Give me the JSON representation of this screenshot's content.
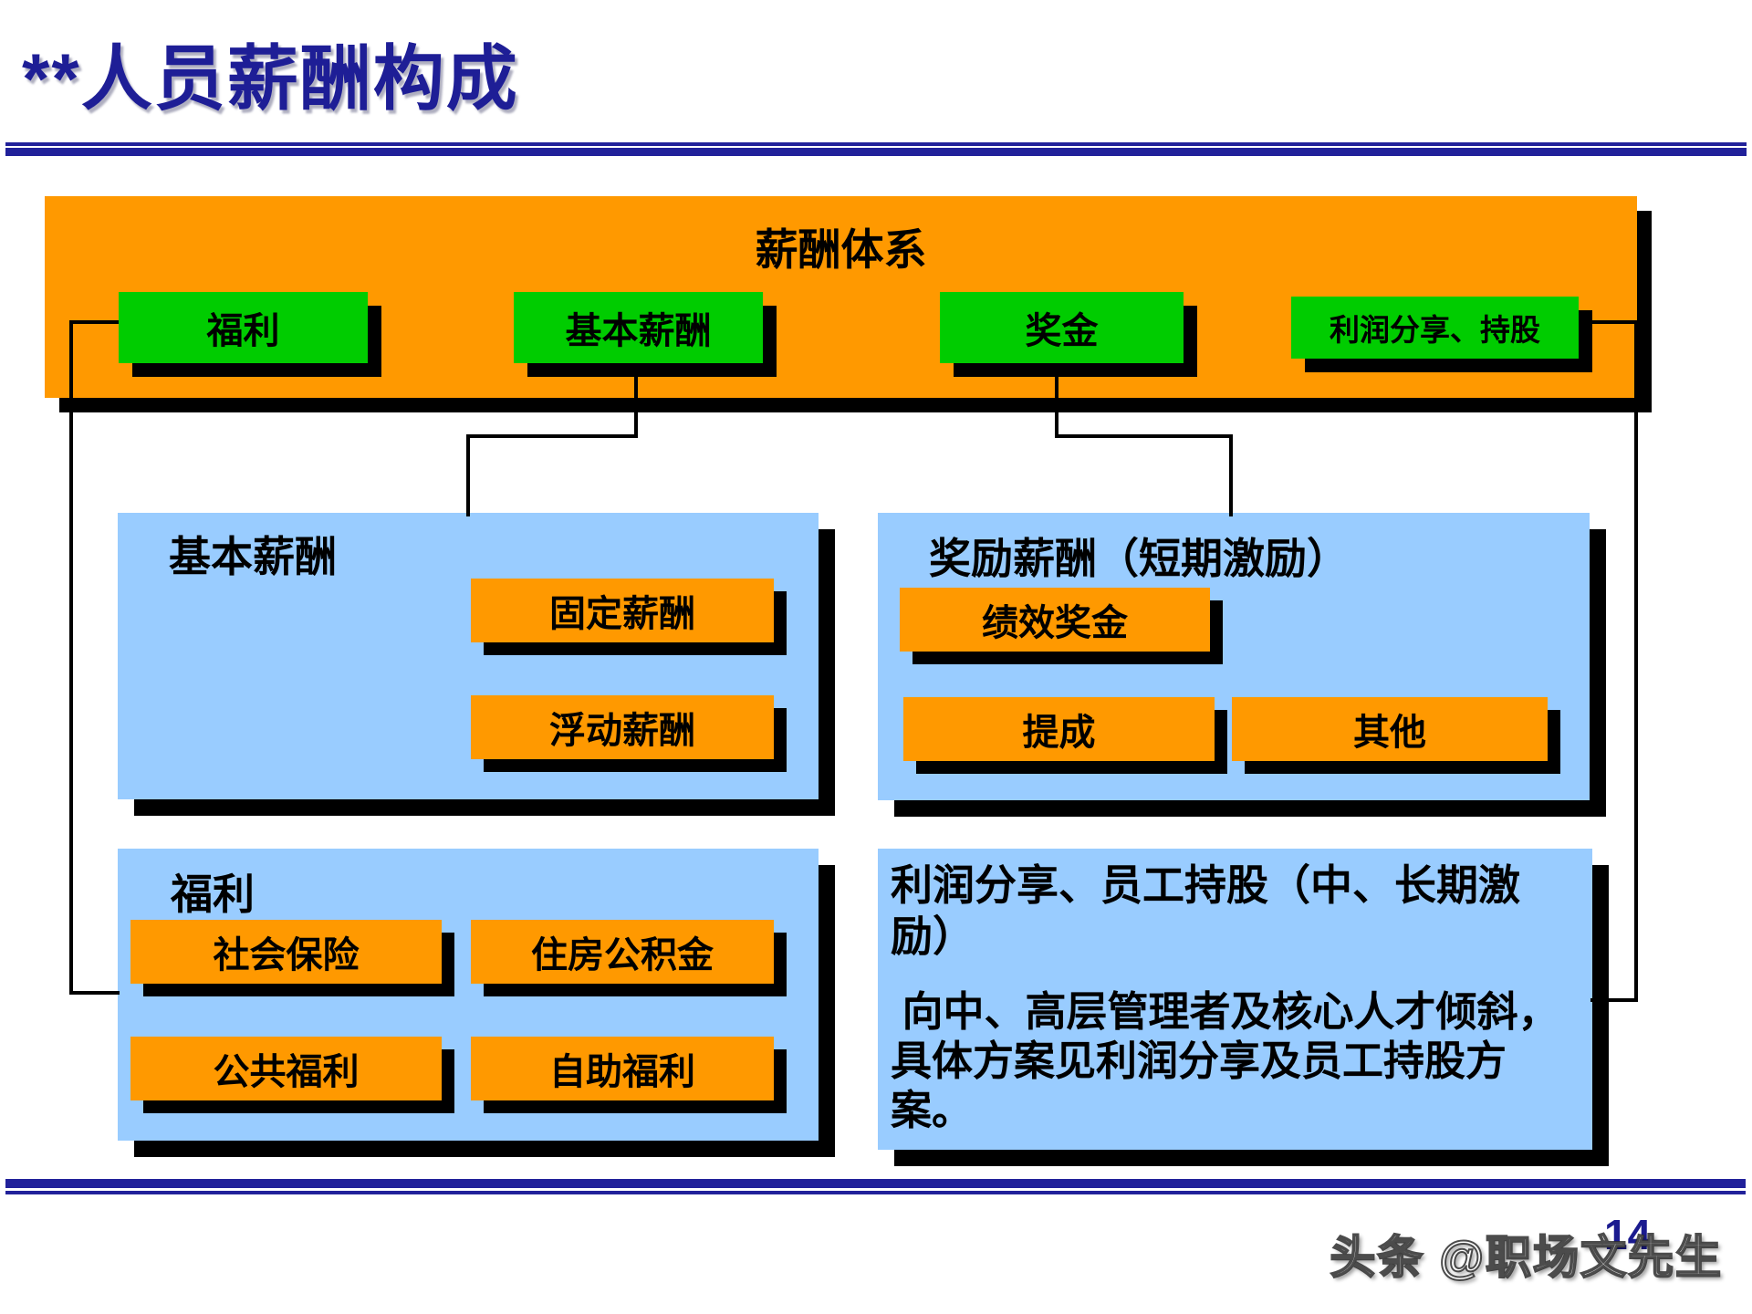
{
  "page": {
    "title": "**人员薪酬构成",
    "page_number": "14",
    "watermark": "头条 @职场文先生"
  },
  "colors": {
    "title_navy": "#1e1e96",
    "rule_navy": "#21219a",
    "panel_orange": "#ff9900",
    "box_green": "#00cc00",
    "panel_blue": "#99ccff",
    "shadow_black": "#000000"
  },
  "diagram": {
    "root_label": "薪酬体系",
    "top_items": [
      {
        "label": "福利"
      },
      {
        "label": "基本薪酬"
      },
      {
        "label": "奖金"
      },
      {
        "label": "利润分享、持股"
      }
    ],
    "groups": [
      {
        "title": "基本薪酬",
        "items": [
          "固定薪酬",
          "浮动薪酬"
        ]
      },
      {
        "title": "奖励薪酬（短期激励）",
        "items": [
          "绩效奖金",
          "提成",
          "其他"
        ]
      },
      {
        "title": "福利",
        "items": [
          "社会保险",
          "住房公积金",
          "公共福利",
          "自助福利"
        ]
      },
      {
        "title": "利润分享、员工持股（中、长期激励）",
        "body": " 向中、高层管理者及核心人才倾斜，具体方案见利润分享及员工持股方案。"
      }
    ]
  }
}
